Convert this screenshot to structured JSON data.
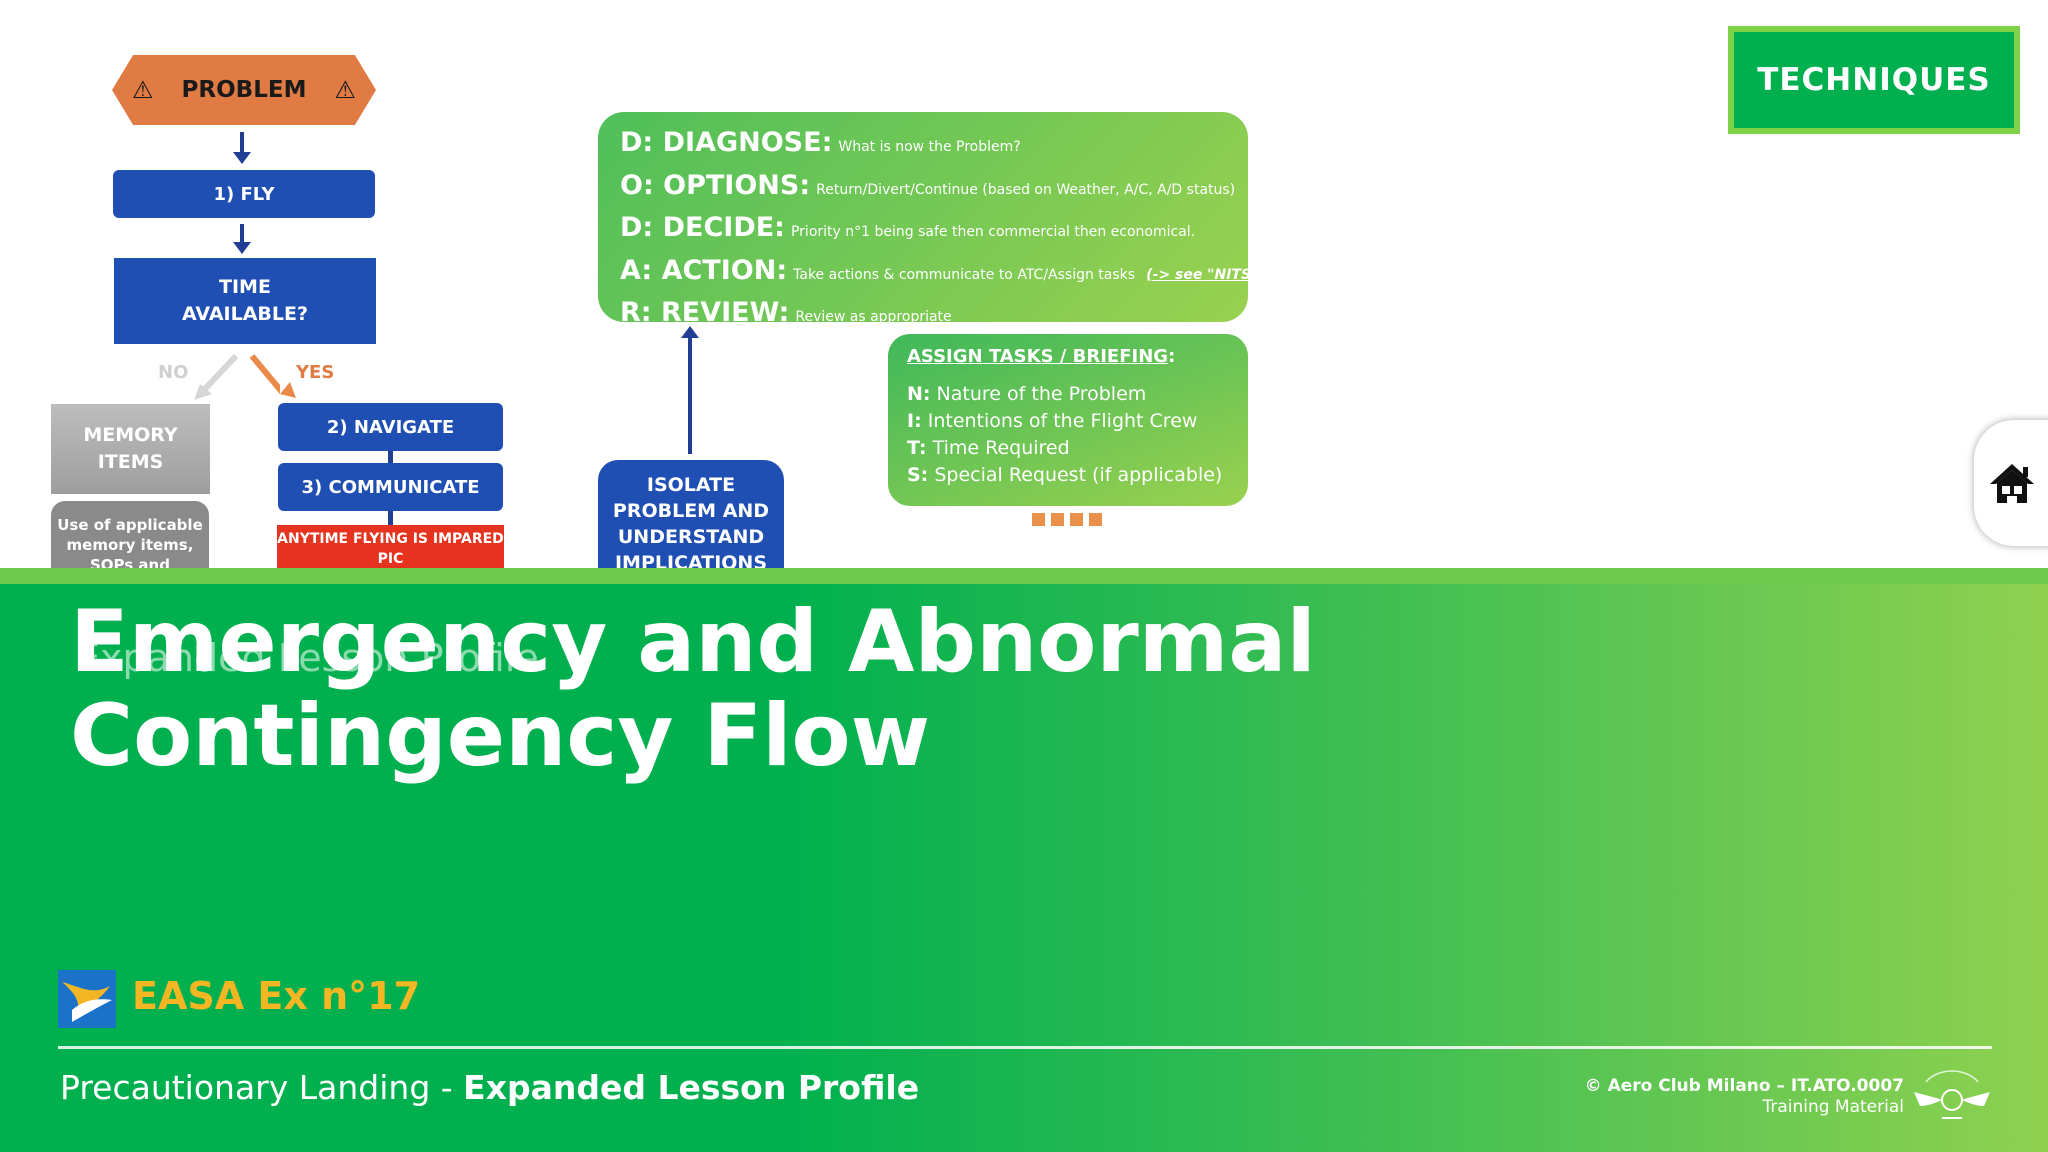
{
  "flowchart": {
    "problem_label": "PROBLEM",
    "fly_label": "1) FLY",
    "time_label": "TIME\nAVAILABLE?",
    "no_label": "NO",
    "yes_label": "YES",
    "memory_items_label": "MEMORY\nITEMS",
    "memory_note": "Use of applicable memory items, SOPs and",
    "navigate_label": "2) NAVIGATE",
    "communicate_label": "3) COMMUNICATE",
    "anytime_label": "ANYTIME FLYING IS IMPARED PIC",
    "isolate_label": "ISOLATE PROBLEM AND UNDERSTAND IMPLICATIONS"
  },
  "dodar": [
    {
      "key": "D: DIAGNOSE:",
      "text": "What is now the Problem?"
    },
    {
      "key": "O: OPTIONS:",
      "text": "Return/Divert/Continue (based on Weather, A/C, A/D status)"
    },
    {
      "key": "D: DECIDE:",
      "text": "Priority n°1 being safe then commercial then economical."
    },
    {
      "key": "A: ACTION:",
      "text": "Take actions & communicate to ATC/Assign tasks",
      "link": "(-> see \"NITS\")"
    },
    {
      "key": "R: REVIEW:",
      "text": "Review as appropriate"
    }
  ],
  "assign": {
    "title": "ASSIGN TASKS / BRIEFING",
    "title_suffix": ":",
    "rows": [
      {
        "key": "N:",
        "text": "Nature of the Problem"
      },
      {
        "key": "I:",
        "text": "Intentions of the Flight Crew"
      },
      {
        "key": "T:",
        "text": "Time Required"
      },
      {
        "key": "S:",
        "text": "Special Request (if applicable)"
      }
    ]
  },
  "techniques_button": "TECHNIQUES",
  "home_button_icon": "home-icon",
  "slide": {
    "title": "Emergency and Abnormal Contingency Flow",
    "subtitle_overlay": "Expanded Lesson Profile",
    "easa_label": "EASA Ex n°17",
    "footer_lesson": "Precautionary Landing - ",
    "footer_lesson_bold": "Expanded Lesson Profile",
    "copyright": "© Aero Club Milano – IT.ATO.0007",
    "training_material": "Training Material"
  },
  "colors": {
    "brand_green": "#00b04f",
    "light_green": "#8fd14f",
    "flow_blue": "#1f4fb3",
    "problem_orange": "#e07b43",
    "alert_red": "#e53320",
    "easa_yellow": "#f5b623"
  }
}
